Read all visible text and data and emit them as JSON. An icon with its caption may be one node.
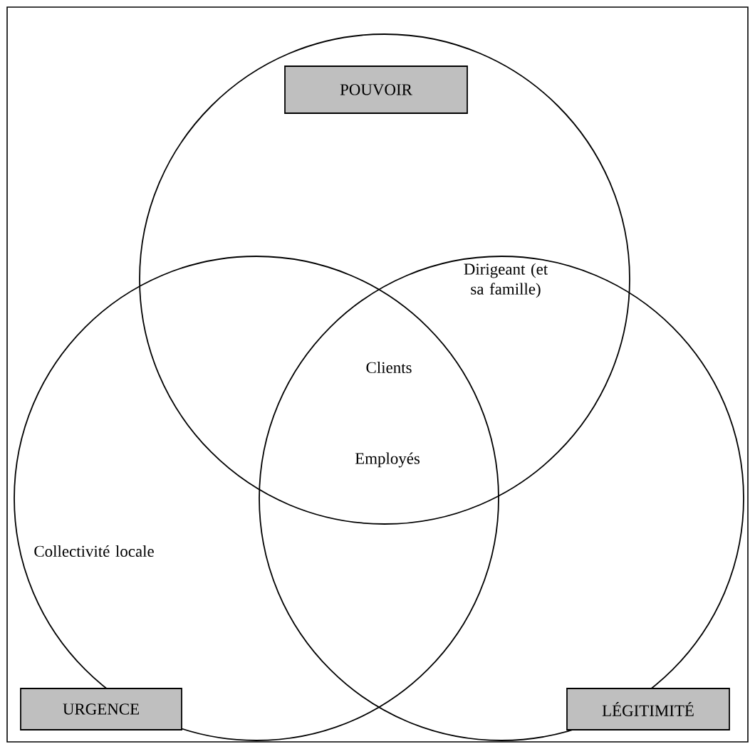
{
  "diagram": {
    "nodes": [
      {
        "text": [
          "POUVOIR"
        ]
      },
      {
        "text": [
          "URGENCE"
        ]
      },
      {
        "text": [
          "LÉGITIMITÉ"
        ]
      }
    ],
    "labels": [
      "Dirigeant (et sa famille)",
      "Clients",
      "Employés",
      "Collectivité locale"
    ]
  }
}
